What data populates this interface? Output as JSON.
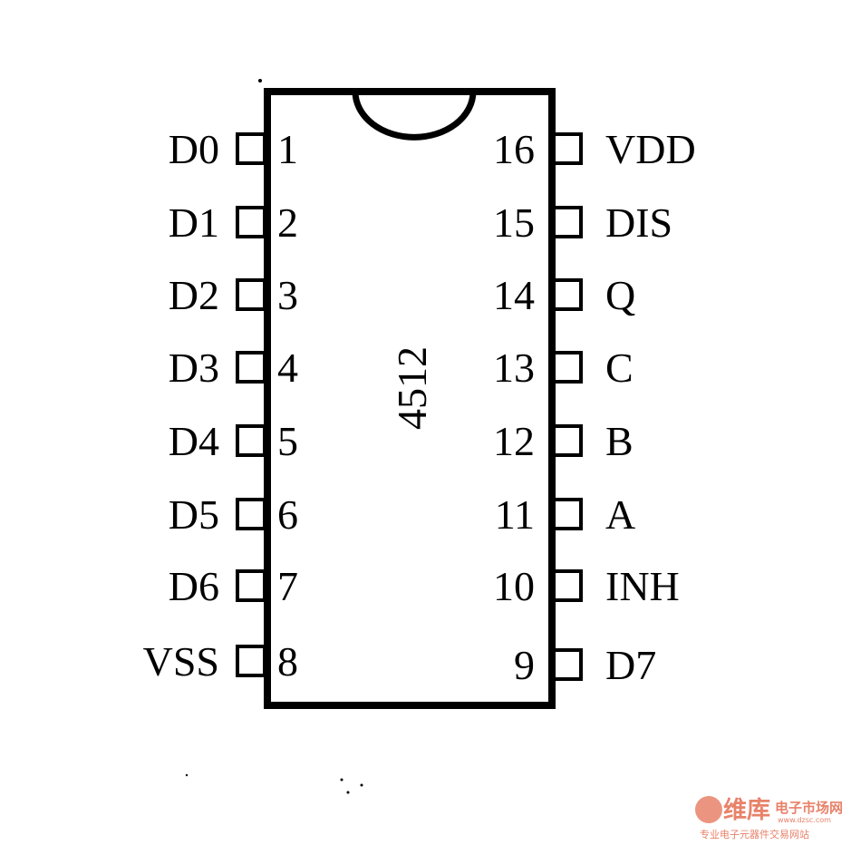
{
  "chip": {
    "name": "4512"
  },
  "left_pins": [
    {
      "number": "1",
      "label": "D0"
    },
    {
      "number": "2",
      "label": "D1"
    },
    {
      "number": "3",
      "label": "D2"
    },
    {
      "number": "4",
      "label": "D3"
    },
    {
      "number": "5",
      "label": "D4"
    },
    {
      "number": "6",
      "label": "D5"
    },
    {
      "number": "7",
      "label": "D6"
    },
    {
      "number": "8",
      "label": "VSS"
    }
  ],
  "right_pins": [
    {
      "number": "16",
      "label": "VDD"
    },
    {
      "number": "15",
      "label": "DIS"
    },
    {
      "number": "14",
      "label": "Q"
    },
    {
      "number": "13",
      "label": "C"
    },
    {
      "number": "12",
      "label": "B"
    },
    {
      "number": "11",
      "label": "A"
    },
    {
      "number": "10",
      "label": "INH"
    },
    {
      "number": "9",
      "label": "D7"
    }
  ],
  "watermark": {
    "logo_text": "维库",
    "title": "电子市场网",
    "url": "www.dzsc.com",
    "tagline": "专业电子元器件交易网站",
    "color": "#e8826a"
  }
}
